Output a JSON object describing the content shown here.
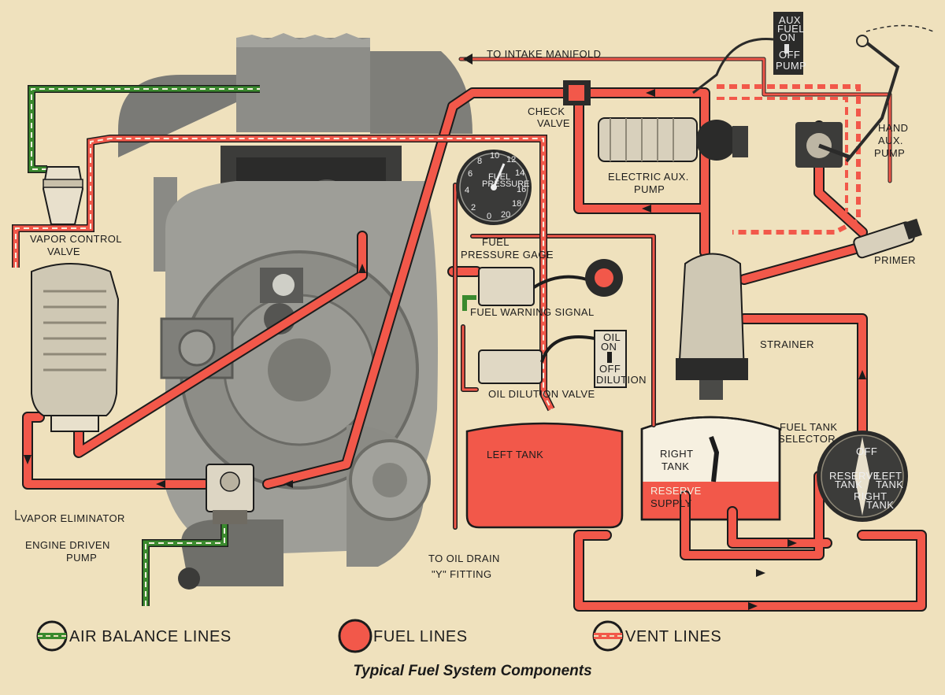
{
  "caption": "Typical Fuel System Components",
  "colors": {
    "paper": "#efe1bd",
    "fuel": "#f2584a",
    "air": "#3a8a2e",
    "vent": "#f2584a",
    "outline": "#1c1c1c"
  },
  "labels": {
    "intake_manifold": "TO INTAKE MANIFOLD",
    "check_valve_1": "CHECK",
    "check_valve_2": "VALVE",
    "aux_fuel_pump_switch": [
      "AUX",
      "FUEL",
      "ON",
      "OFF",
      "PUMP"
    ],
    "hand_aux_pump": [
      "HAND",
      "AUX.",
      "PUMP"
    ],
    "electric_aux_pump": [
      "ELECTRIC AUX.",
      "PUMP"
    ],
    "vapor_control_valve": [
      "VAPOR CONTROL",
      "VALVE"
    ],
    "fuel_pressure_gage": [
      "FUEL",
      "PRESSURE GAGE"
    ],
    "primer": "PRIMER",
    "fuel_warning_signal": "FUEL WARNING SIGNAL",
    "strainer": "STRAINER",
    "oil_dilution_valve": "OIL DILUTION VALVE",
    "oil_switch": [
      "OIL",
      "ON",
      "OFF",
      "DILUTION"
    ],
    "fuel_tank_selector": [
      "FUEL TANK",
      "SELECTOR"
    ],
    "left_tank": "LEFT TANK",
    "right_tank": [
      "RIGHT",
      "TANK"
    ],
    "reserve_supply": [
      "RESERVE",
      "SUPPLY"
    ],
    "selector_positions": [
      "OFF",
      "LEFT",
      "TANK",
      "RESERVE",
      "TANK",
      "RIGHT",
      "TANK"
    ],
    "vapor_eliminator": "VAPOR ELIMINATOR",
    "engine_driven_pump": [
      "ENGINE DRIVEN",
      "PUMP"
    ],
    "oil_drain": [
      "TO OIL DRAIN",
      "\"Y\" FITTING"
    ],
    "gauge_title": [
      "FUEL",
      "PRESSURE"
    ],
    "gauge_ticks": [
      "0",
      "2",
      "4",
      "6",
      "8",
      "10",
      "12",
      "14",
      "16",
      "18",
      "20"
    ]
  },
  "legend": [
    {
      "label": "AIR BALANCE LINES",
      "type": "air"
    },
    {
      "label": "FUEL LINES",
      "type": "fuel"
    },
    {
      "label": "VENT LINES",
      "type": "vent"
    }
  ]
}
